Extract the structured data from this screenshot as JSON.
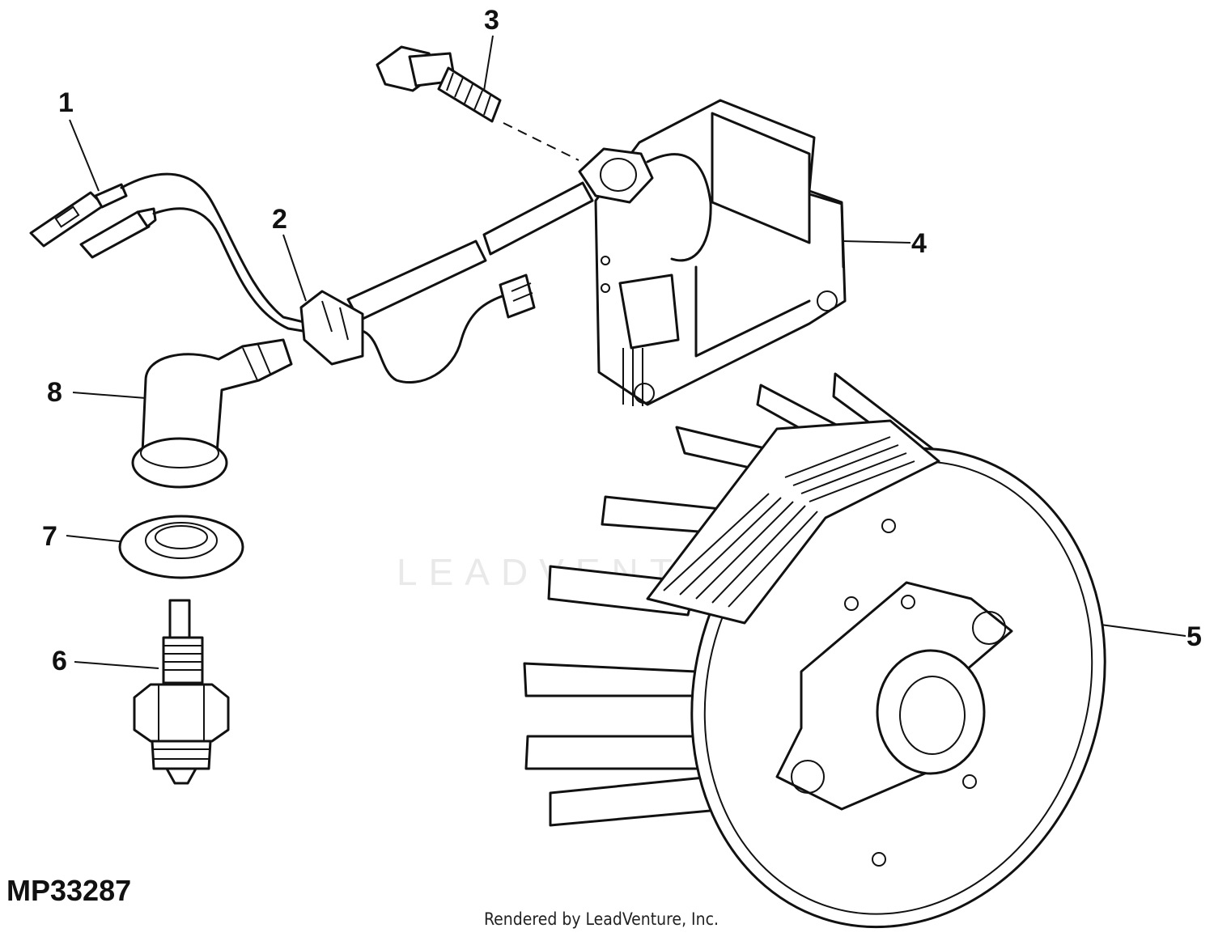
{
  "figure_id": "MP33287",
  "credit": "Rendered by LeadVenture, Inc.",
  "watermark": "LEADVENTURE",
  "callouts": [
    {
      "id": "1",
      "label": "1"
    },
    {
      "id": "2",
      "label": "2"
    },
    {
      "id": "3",
      "label": "3"
    },
    {
      "id": "4",
      "label": "4"
    },
    {
      "id": "5",
      "label": "5"
    },
    {
      "id": "6",
      "label": "6"
    },
    {
      "id": "7",
      "label": "7"
    },
    {
      "id": "8",
      "label": "8"
    }
  ],
  "colors": {
    "line": "#111111",
    "background": "#ffffff",
    "watermark": "#e9e9e9"
  }
}
